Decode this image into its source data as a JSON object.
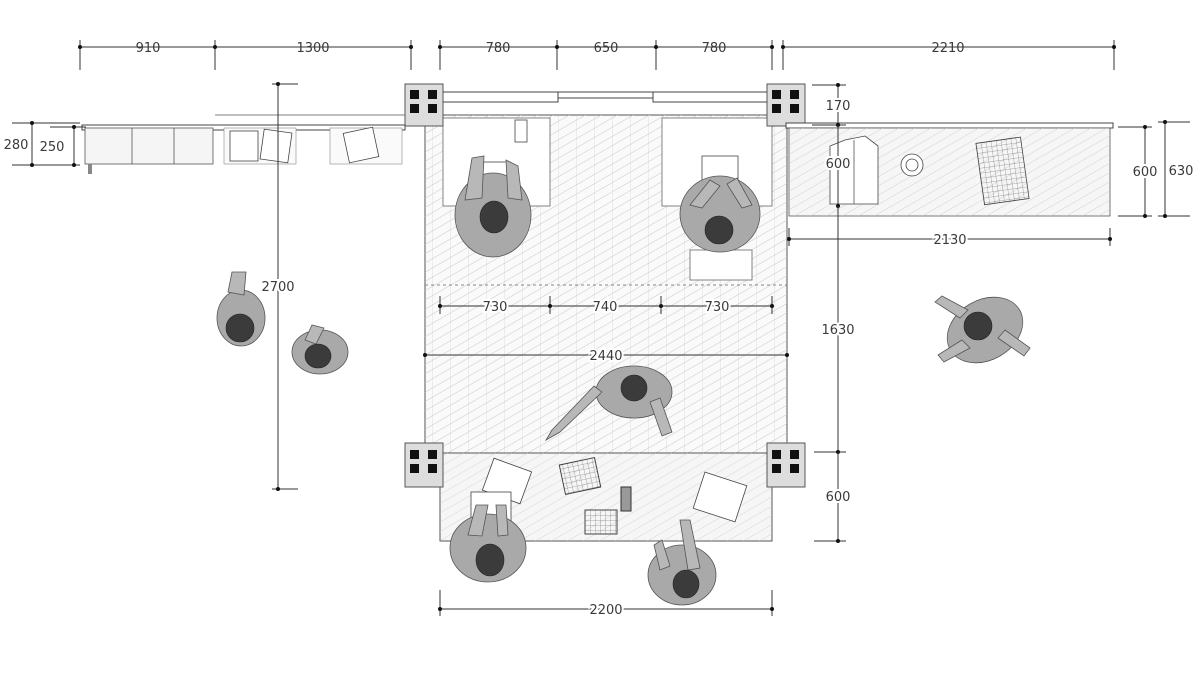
{
  "diagram": {
    "dimensions_top_left": [
      "910",
      "1300"
    ],
    "dimensions_top_center": [
      "780",
      "650",
      "780"
    ],
    "dimension_top_right": "2210",
    "dimension_left_height_a": "280",
    "dimension_left_height_b": "250",
    "dimension_vertical_main": "2700",
    "dimension_upper_depth": "170",
    "dimension_shelf_depth": "600",
    "dimension_right_shelf_depth": "600",
    "dimension_right_outer_depth": "630",
    "dimension_right_shelf_length": "2130",
    "dimensions_desk_row": [
      "730",
      "740",
      "730"
    ],
    "dimension_platform_width": "2440",
    "dimension_right_vertical": "1630",
    "dimension_lower_table_depth": "600",
    "dimension_lower_table_width": "2200"
  }
}
